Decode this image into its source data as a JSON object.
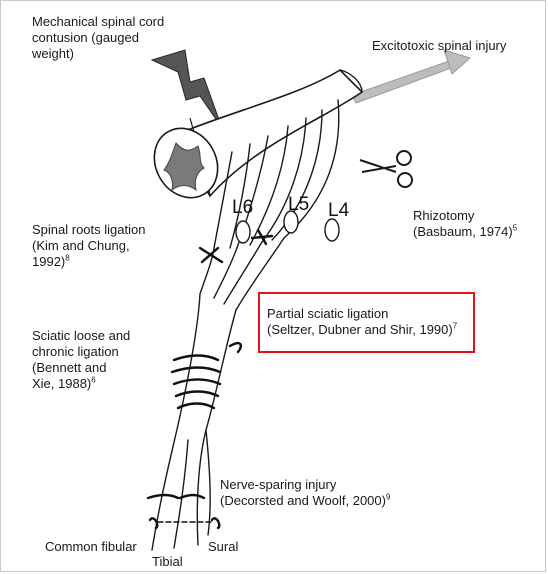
{
  "labels": {
    "mechanical": {
      "lines": [
        "Mechanical spinal cord",
        "contusion (gauged",
        "weight)"
      ]
    },
    "excitotoxic": {
      "lines": [
        "Excitotoxic spinal injury"
      ]
    },
    "rhizotomy": {
      "lines": [
        "Rhizotomy",
        "(Basbaum, 1974)"
      ],
      "ref": "5"
    },
    "spinal_roots": {
      "lines": [
        "Spinal roots ligation",
        "(Kim and Chung,",
        "1992)"
      ],
      "ref": "8"
    },
    "partial_sciatic": {
      "lines": [
        "Partial sciatic ligation",
        "(Seltzer, Dubner and Shir, 1990)"
      ],
      "ref": "7"
    },
    "sciatic_loose": {
      "lines": [
        "Sciatic loose and",
        "chronic ligation",
        "(Bennett and",
        "Xie, 1988)"
      ],
      "ref": "6"
    },
    "nerve_sparing": {
      "lines": [
        "Nerve-sparing injury",
        "(Decorsted and Woolf, 2000)"
      ],
      "ref": "9"
    },
    "common_fibular": "Common fibular",
    "tibial": "Tibial",
    "sural": "Sural"
  },
  "segments": [
    "L6",
    "L5",
    "L4"
  ],
  "colors": {
    "highlight": "#e0141b",
    "grey_matter": "#7a7a7a",
    "bolt": "#555555",
    "arrow": "#bdbdbd",
    "stroke": "#1a1a1a"
  },
  "icons": [
    "lightning-bolt-icon",
    "arrow-icon",
    "scissors-icon",
    "ligature-icon"
  ]
}
